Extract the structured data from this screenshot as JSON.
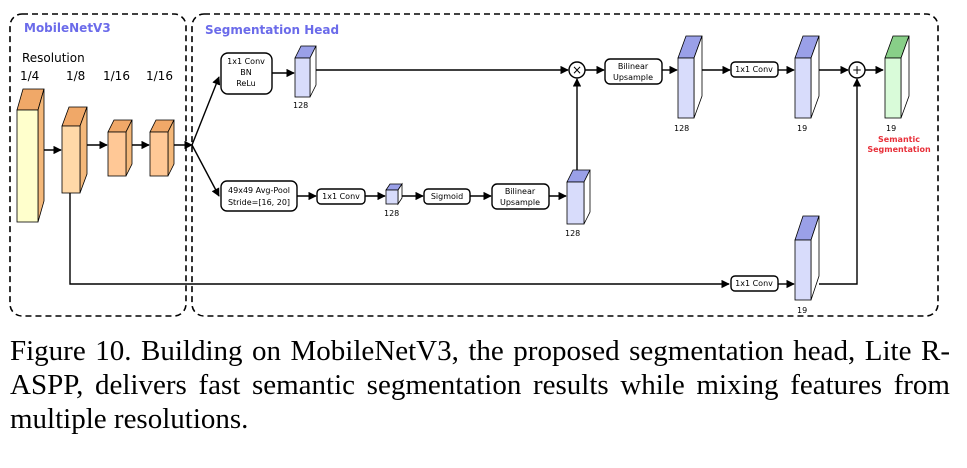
{
  "sections": {
    "backbone_title": "MobileNetV3",
    "head_title": "Segmentation Head",
    "title_color": "#6b6bea"
  },
  "resolution": {
    "label": "Resolution",
    "levels": [
      "1/4",
      "1/8",
      "1/16",
      "1/16"
    ]
  },
  "blocks": {
    "conv_bn_relu": [
      "1x1 Conv",
      "BN",
      "ReLu"
    ],
    "avgpool": [
      "49x49 Avg-Pool",
      "Stride=[16, 20]"
    ],
    "conv_mid": "1x1 Conv",
    "sigmoid": "Sigmoid",
    "upsample_low": [
      "Bilinear",
      "Upsample"
    ],
    "upsample_top": [
      "Bilinear",
      "Upsample"
    ],
    "conv_top": "1x1 Conv",
    "conv_bottom": "1x1 Conv",
    "multiply_symbol": "×",
    "add_symbol": "+"
  },
  "channels": {
    "top_branch": "128",
    "pooled": "128",
    "mid_upsampled": "128",
    "top_upsampled": "128",
    "top_out": "19",
    "bottom_out": "19",
    "final": "19"
  },
  "output": {
    "label_line1": "Semantic",
    "label_line2": "Segmentation",
    "label_color": "#e8303a"
  },
  "colors": {
    "backbone_face": "#ffffcc",
    "backbone_dark": "#f4b87a",
    "backbone_face_orange": "#ffd3a6",
    "feature_face": "#d8dcfb",
    "feature_top": "#9aa0e8",
    "final_face": "#d9fbd9",
    "final_top": "#88cf88"
  },
  "caption": "Figure 10. Building on MobileNetV3, the proposed segmentation head, Lite R-ASPP, delivers fast semantic segmentation results while mixing features from multiple resolutions."
}
